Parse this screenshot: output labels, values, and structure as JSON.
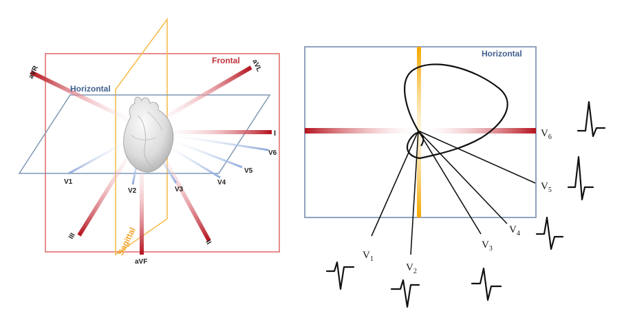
{
  "left": {
    "planes": {
      "frontal": "Frontal",
      "horizontal": "Horizontal",
      "sagittal": "Sagittal"
    },
    "limb_leads": [
      "aVR",
      "aVL",
      "I",
      "II",
      "III",
      "aVF"
    ],
    "chest_leads": [
      "V1",
      "V2",
      "V3",
      "V4",
      "V5",
      "V6"
    ]
  },
  "right": {
    "plane_label": "Horizontal",
    "leads": [
      {
        "base": "V",
        "sub": "1"
      },
      {
        "base": "V",
        "sub": "2"
      },
      {
        "base": "V",
        "sub": "3"
      },
      {
        "base": "V",
        "sub": "4"
      },
      {
        "base": "V",
        "sub": "5"
      },
      {
        "base": "V",
        "sub": "6"
      }
    ]
  },
  "colors": {
    "frontal": "#e06666",
    "horizontal": "#7f97b5",
    "horizontal_text": "#3f5f8f",
    "sagittal": "#f5b942",
    "lead_red": "#b4121d",
    "lead_blue": "#8faadc"
  },
  "icons": [
    "heart-icon"
  ]
}
